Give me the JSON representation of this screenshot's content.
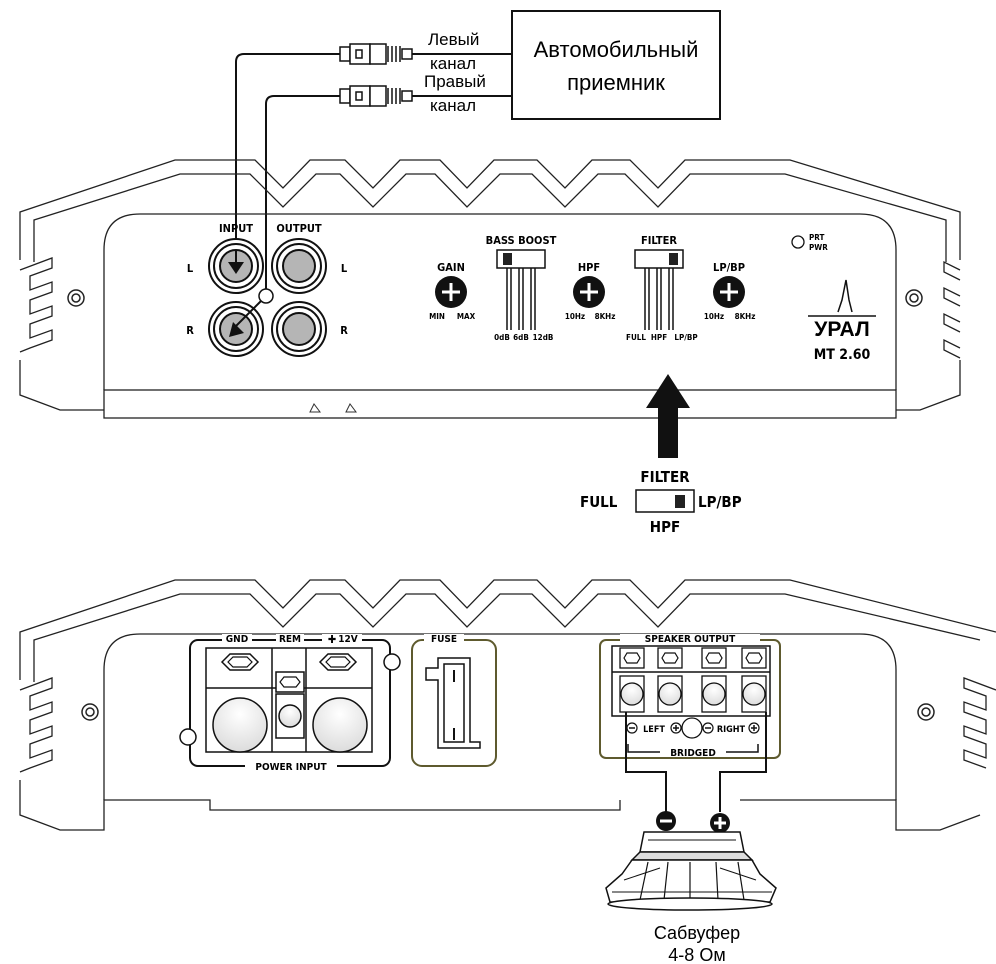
{
  "receiver": {
    "label_line1": "Автомобильный",
    "label_line2": "приемник",
    "left_channel_line1": "Левый",
    "left_channel_line2": "канал",
    "right_channel_line1": "Правый",
    "right_channel_line2": "канал"
  },
  "front_panel": {
    "input_label": "INPUT",
    "output_label": "OUTPUT",
    "left_label": "L",
    "right_label": "R",
    "gain": {
      "label": "GAIN",
      "min": "MIN",
      "max": "MAX"
    },
    "bass_boost": {
      "label": "BASS BOOST",
      "opt1": "0dB",
      "opt2": "6dB",
      "opt3": "12dB"
    },
    "hpf": {
      "label": "HPF",
      "min": "10Hz",
      "max": "8KHz"
    },
    "filter": {
      "label": "FILTER",
      "opt1": "FULL",
      "opt2": "HPF",
      "opt3": "LP/BP"
    },
    "lpbp": {
      "label": "LP/BP",
      "min": "10Hz",
      "max": "8KHz"
    },
    "prt": "PRT",
    "pwr": "PWR",
    "brand": "УРАЛ",
    "model": "MT 2.60"
  },
  "filter_detail": {
    "title": "FILTER",
    "left": "FULL",
    "right": "LP/BP",
    "bottom": "HPF"
  },
  "rear_panel": {
    "gnd": "GND",
    "rem": "REM",
    "plus12v": "12V",
    "power_input": "POWER INPUT",
    "fuse": "FUSE",
    "speaker_output": "SPEAKER OUTPUT",
    "left": "LEFT",
    "right": "RIGHT",
    "bridged": "BRIDGED"
  },
  "subwoofer": {
    "label_line1": "Сабвуфер",
    "label_line2": "4-8 Ом"
  },
  "colors": {
    "line": "#1a1a1a",
    "knob": "#111111",
    "rca_fill": "#b5b5b5",
    "olive": "#5e5a2e",
    "label_panel": "#ffffff"
  }
}
